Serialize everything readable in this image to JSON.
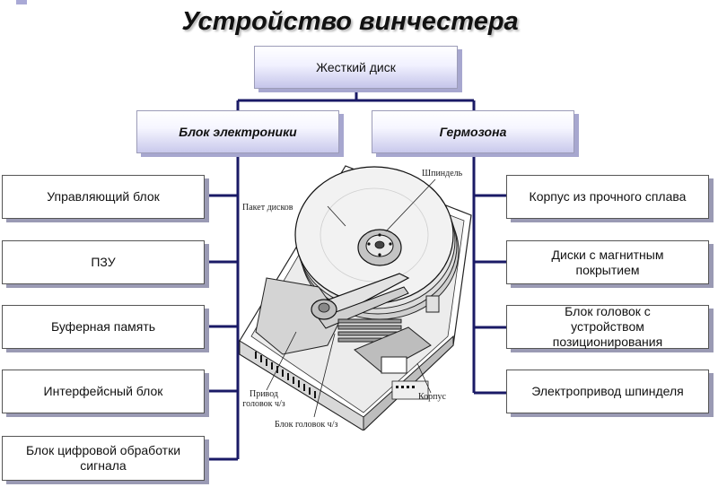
{
  "title": "Устройство винчестера",
  "root": "Жесткий диск",
  "branches": {
    "left": "Блок электроники",
    "right": "Гермозона"
  },
  "left_items": [
    "Управляющий блок",
    "ПЗУ",
    "Буферная память",
    "Интерфейсный блок",
    "Блок цифровой обработки сигнала"
  ],
  "right_items": [
    "Корпус из прочного сплава",
    "Диски с магнитным покрытием",
    "Блок головок с устройством позиционирования",
    "Электропривод шпинделя"
  ],
  "drawing_labels": {
    "spindle": "Шпиндель",
    "disk_pack": "Пакет дисков",
    "head_drive": "Привод головок ч/з",
    "head_block": "Блок головок ч/з",
    "case": "Корпус"
  },
  "colors": {
    "connector": "#1a1a66",
    "box_shadow": "#9a9ab4",
    "gradient_bottom": "#c9c9ec"
  }
}
